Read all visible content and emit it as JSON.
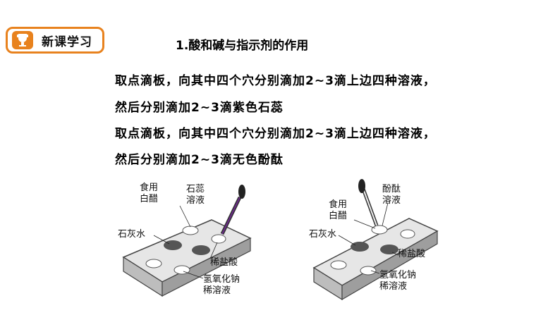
{
  "header": {
    "badge_label": "新课学习",
    "title": "1.酸和碱与指示剂的作用"
  },
  "body": {
    "lines": [
      "取点滴板，向其中四个穴分别滴加2~3滴上边四种溶液，",
      "然后分别滴加2~3滴紫色石蕊",
      "取点滴板，向其中四个穴分别滴加2~3滴上边四种溶液，",
      "然后分别滴加2~3滴无色酚酞"
    ]
  },
  "figures": [
    {
      "indicator": [
        "石蕊",
        "溶液"
      ],
      "vinegar": [
        "食用",
        "白醋"
      ],
      "limewater": "石灰水",
      "acid": "稀盐酸",
      "base": [
        "氢氧化钠",
        "稀溶液"
      ]
    },
    {
      "indicator": [
        "酚酞",
        "溶液"
      ],
      "vinegar": [
        "食用",
        "白醋"
      ],
      "limewater": "石灰水",
      "acid": "稀盐酸",
      "base": [
        "氢氧化钠",
        "稀溶液"
      ]
    }
  ],
  "colors": {
    "accent": "#e8821e"
  }
}
